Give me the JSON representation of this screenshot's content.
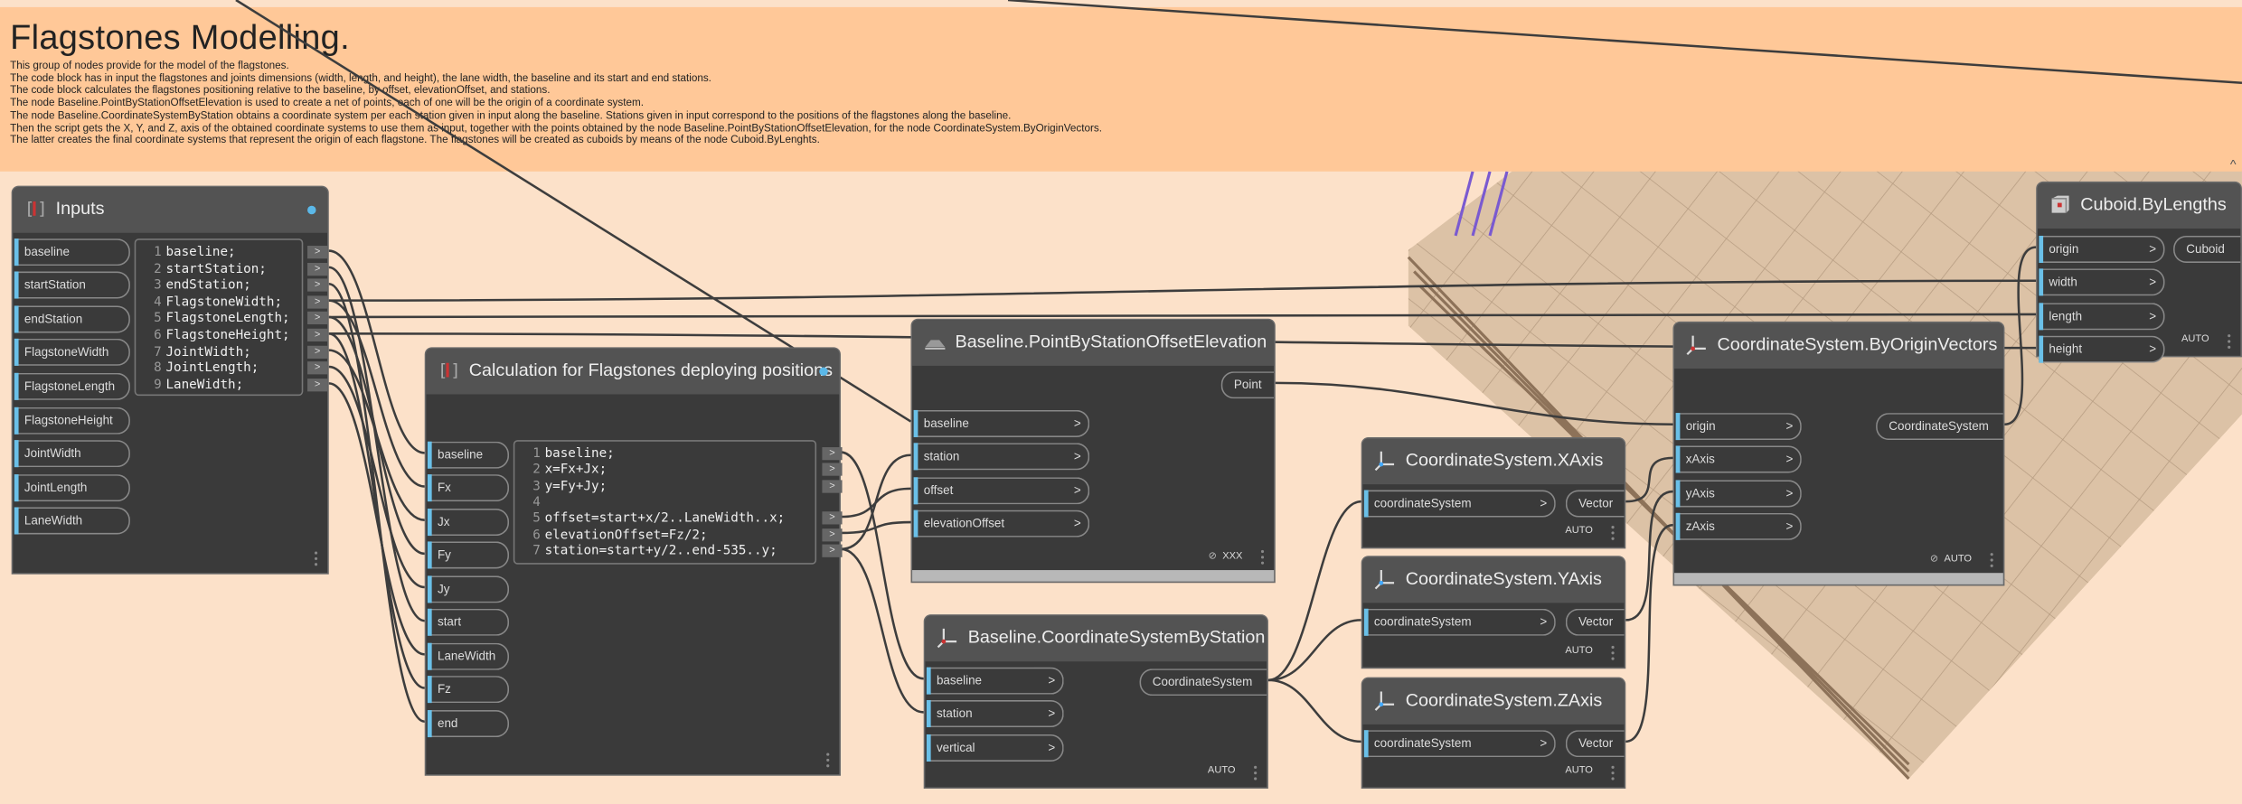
{
  "group": {
    "title": "Flagstones Modelling.",
    "description": [
      "This group of nodes provide for the model of the flagstones.",
      "The code block has in input the flagstones and joints dimensions (width, length, and height), the lane width, the baseline and its start and end stations.",
      "The code block calculates the flagstones positioning relative to the baseline, by offset, elevationOffset, and stations.",
      "The node Baseline.PointByStationOffsetElevation is used to create a net of points, each of one will be the origin of a coordinate system.",
      "The node Baseline.CoordinateSystemByStation obtains a coordinate system per each station given in input along the baseline. Stations given in input correspond to the positions of the flagstones along the baseline.",
      "Then the script gets the X, Y, and Z, axis of the obtained coordinate systems to use them as input, together with the points obtained by the node Baseline.PointByStationOffsetElevation, for the node CoordinateSystem.ByOriginVectors.",
      "The latter creates the final coordinate systems that represent the origin of each flagstone. The flagstones will be created as cuboids by means of the node Cuboid.ByLenghts."
    ],
    "collapse_glyph": "^"
  },
  "nodes": {
    "inputs": {
      "title": "Inputs",
      "icon": "code-block-icon",
      "state_dot": true,
      "inputs": [
        "baseline",
        "startStation",
        "endStation",
        "FlagstoneWidth",
        "FlagstoneLength",
        "FlagstoneHeight",
        "JointWidth",
        "JointLength",
        "LaneWidth"
      ],
      "code": [
        "baseline;",
        "startStation;",
        "endStation;",
        "FlagstoneWidth;",
        "FlagstoneLength;",
        "FlagstoneHeight;",
        "JointWidth;",
        "JointLength;",
        "LaneWidth;"
      ],
      "output_lines": [
        1,
        2,
        3,
        4,
        5,
        6,
        7,
        8,
        9
      ]
    },
    "calc": {
      "title": "Calculation for Flagstones deploying positions",
      "icon": "code-block-icon",
      "state_dot": true,
      "inputs": [
        "baseline",
        "Fx",
        "Jx",
        "Fy",
        "Jy",
        "start",
        "LaneWidth",
        "Fz",
        "end"
      ],
      "code": [
        "baseline;",
        "x=Fx+Jx;",
        "y=Fy+Jy;",
        "",
        "offset=start+x/2..LaneWidth..x;",
        "elevationOffset=Fz/2;",
        "station=start+y/2..end-535..y;"
      ],
      "output_lines": [
        1,
        2,
        3,
        5,
        6,
        7
      ]
    },
    "pointByStation": {
      "title": "Baseline.PointByStationOffsetElevation",
      "icon": "baseline-icon",
      "inputs": [
        "baseline",
        "station",
        "offset",
        "elevationOffset"
      ],
      "outputs": [
        "Point"
      ],
      "lacing": "XXX",
      "preview_hidden": true
    },
    "csByStation": {
      "title": "Baseline.CoordinateSystemByStation",
      "icon": "coordinate-system-icon",
      "inputs": [
        "baseline",
        "station",
        "vertical"
      ],
      "outputs": [
        "CoordinateSystem"
      ],
      "lacing": "AUTO"
    },
    "xAxis": {
      "title": "CoordinateSystem.XAxis",
      "icon": "axis-icon",
      "inputs": [
        "coordinateSystem"
      ],
      "outputs": [
        "Vector"
      ],
      "lacing": "AUTO"
    },
    "yAxis": {
      "title": "CoordinateSystem.YAxis",
      "icon": "axis-icon",
      "inputs": [
        "coordinateSystem"
      ],
      "outputs": [
        "Vector"
      ],
      "lacing": "AUTO"
    },
    "zAxis": {
      "title": "CoordinateSystem.ZAxis",
      "icon": "axis-icon",
      "inputs": [
        "coordinateSystem"
      ],
      "outputs": [
        "Vector"
      ],
      "lacing": "AUTO"
    },
    "byOriginVectors": {
      "title": "CoordinateSystem.ByOriginVectors",
      "icon": "coordinate-system-icon",
      "inputs": [
        "origin",
        "xAxis",
        "yAxis",
        "zAxis"
      ],
      "outputs": [
        "CoordinateSystem"
      ],
      "lacing": "AUTO",
      "preview_hidden": true
    },
    "cuboid": {
      "title": "Cuboid.ByLengths",
      "icon": "cuboid-icon",
      "inputs": [
        "origin",
        "width",
        "length",
        "height"
      ],
      "outputs": [
        "Cuboid"
      ],
      "lacing": "AUTO"
    }
  },
  "colors": {
    "group_header": "#ffc898",
    "group_body": "#fce1c9",
    "node_body": "#3a3a3a",
    "node_header": "#535353",
    "port_accent": "#6ac0e8",
    "geometry_preview": "#d9bfa3",
    "wire": "#3d3d3d"
  }
}
